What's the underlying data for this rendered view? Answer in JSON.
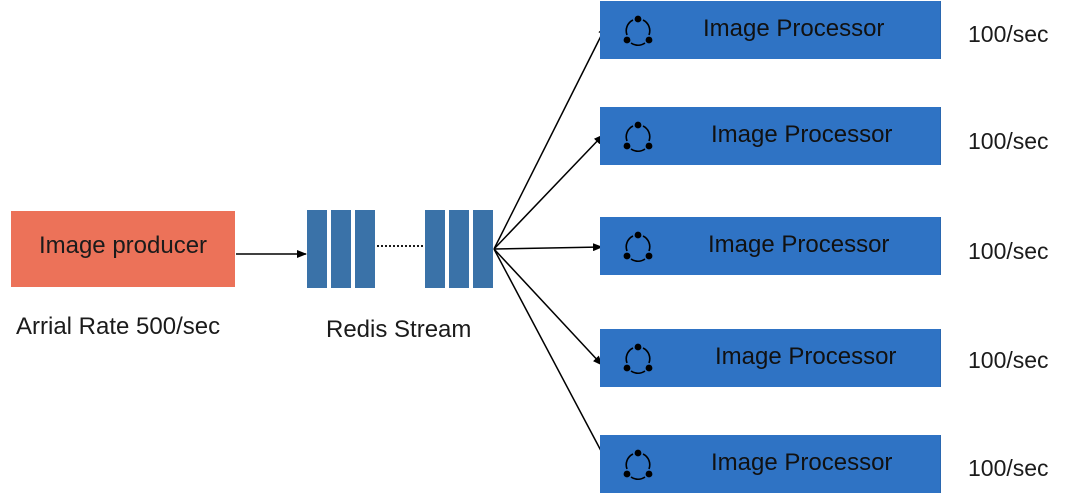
{
  "producer": {
    "label": "Image producer",
    "caption": "Arrial Rate 500/sec",
    "color": "#ec7259"
  },
  "stream": {
    "caption": "Redis Stream",
    "color": "#3a72a8"
  },
  "processors": [
    {
      "label": "Image Processor",
      "rate": "100/sec"
    },
    {
      "label": "Image Processor",
      "rate": "100/sec"
    },
    {
      "label": "Image Processor",
      "rate": "100/sec"
    },
    {
      "label": "Image Processor",
      "rate": "100/sec"
    },
    {
      "label": "Image Processor",
      "rate": "100/sec"
    }
  ],
  "processor_style": {
    "color": "#2f73c4",
    "icon": "share-icon"
  }
}
